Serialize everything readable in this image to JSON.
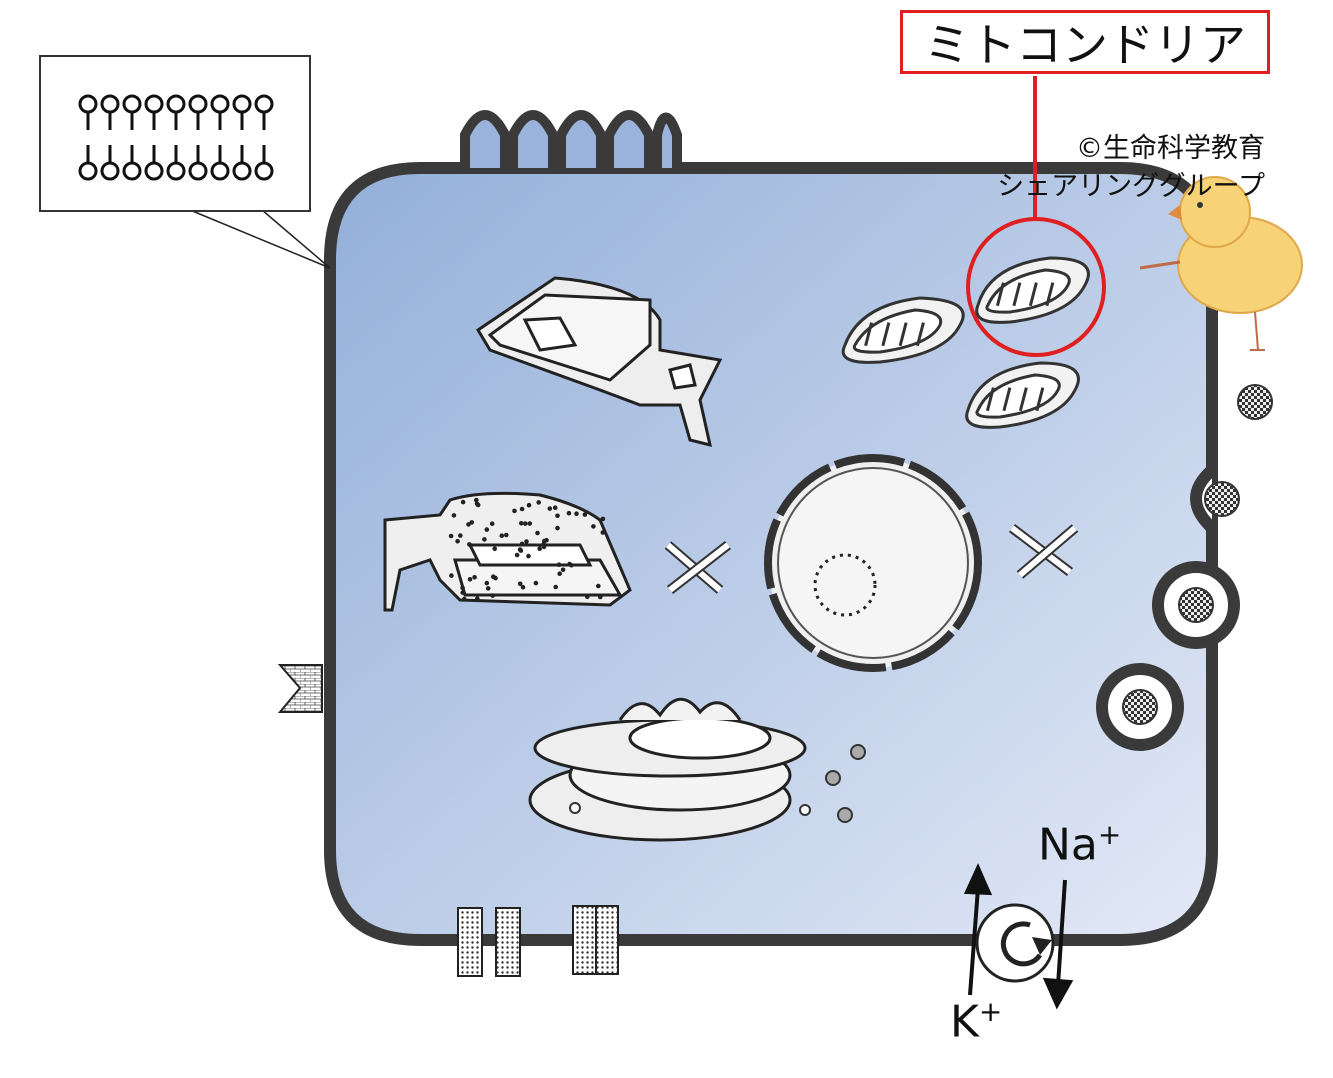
{
  "labels": {
    "highlight_label": "ミトコンドリア",
    "credit_line1": "©生命科学教育",
    "credit_line2": "シェアリンググループ",
    "ion_na": "Na",
    "ion_k": "K",
    "charge": "+"
  },
  "colors": {
    "cytoplasm_top": "#9cb5dd",
    "cytoplasm_bottom": "#dde5f5",
    "membrane": "#3a3a3a",
    "highlight": "#e02020",
    "organelle_fill": "#efefef"
  }
}
